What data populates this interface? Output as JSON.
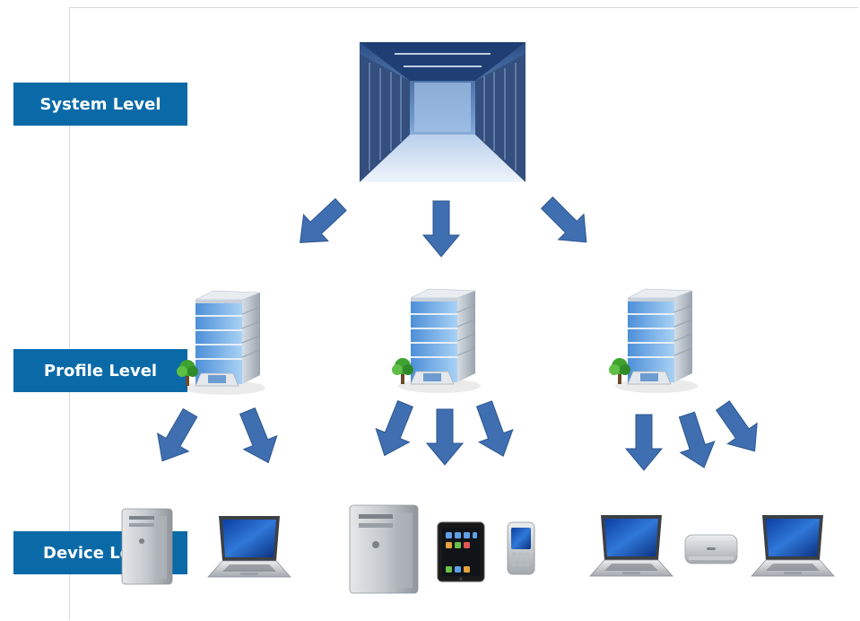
{
  "levels": {
    "system": "System Level",
    "profile": "Profile Level",
    "device": "Device Level"
  },
  "colors": {
    "label_bg": "#0a6aa8",
    "arrow": "#3f6fb0",
    "arrow_edge": "#2c5690"
  },
  "icons": {
    "system": "datacenter-icon",
    "profiles": [
      "office-building-icon",
      "office-building-icon",
      "office-building-icon"
    ],
    "devices": [
      [
        "desktop-tower-icon",
        "laptop-icon"
      ],
      [
        "desktop-tower-icon",
        "tablet-icon",
        "smartphone-icon"
      ],
      [
        "laptop-icon",
        "mini-pc-icon",
        "laptop-icon"
      ]
    ]
  }
}
